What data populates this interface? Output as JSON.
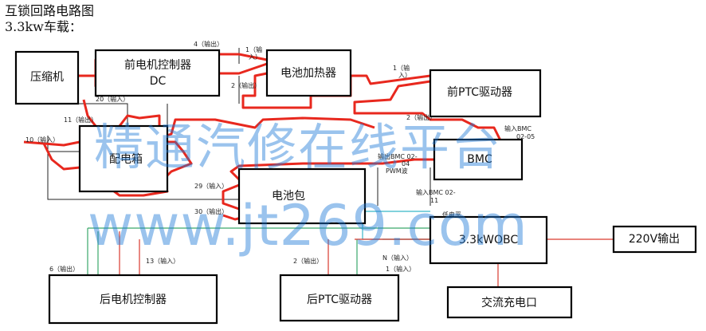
{
  "header": {
    "title": "互锁回路电路图",
    "subtitle": "3.3kw车载："
  },
  "components": {
    "compressor": "压缩机",
    "front_motor_ctrl": "前电机控制器",
    "dc": "DC",
    "battery_heater": "电池加热器",
    "front_ptc": "前PTC驱动器",
    "pdu": "配电箱",
    "bmc": "BMC",
    "battery_pack": "电池包",
    "obc": "3.3kWOBC",
    "output_220v": "220V输出",
    "rear_motor_ctrl": "后电机控制器",
    "rear_ptc": "后PTC驱动器",
    "ac_charge_port": "交流充电口"
  },
  "pin_labels": {
    "p4_out": "4（输出）",
    "p1_in_a": "1（输",
    "p1_in_b": "入）",
    "p2_out": "2（输出）",
    "p1_in_ptc_a": "1（输",
    "p1_in_ptc_b": "入）",
    "p2_out_ptc": "2（输出）",
    "p20_in": "20（输入）",
    "p11_out": "11（输出）",
    "p10_in": "10（输入）",
    "p29_in": "29（输入）",
    "p30_out": "30（输出）",
    "bmc_in_05": "输入BMC",
    "bmc_in_05b": "02-05",
    "bmc_out_04": "输出BMC 02-",
    "bmc_out_04b": "04",
    "pwm": "PWM波",
    "bmc_in_11": "输入BMC 02-",
    "bmc_in_11b": "11",
    "low_level": "低电平",
    "p6_out": "6（输出）",
    "p13_in": "13（输入）",
    "p2_out_rear": "2（输出）",
    "pn_in": "N（输入）",
    "p1_in_rear": "1（输入）"
  },
  "watermark": {
    "line1": "精通汽修在线平台",
    "line2": "www.jt269.com"
  },
  "colors": {
    "interlock_wire": "#e8281e",
    "wire_green": "#3aa86a",
    "wire_cyan": "#38b6c8",
    "watermark": "#1f7bd6"
  }
}
